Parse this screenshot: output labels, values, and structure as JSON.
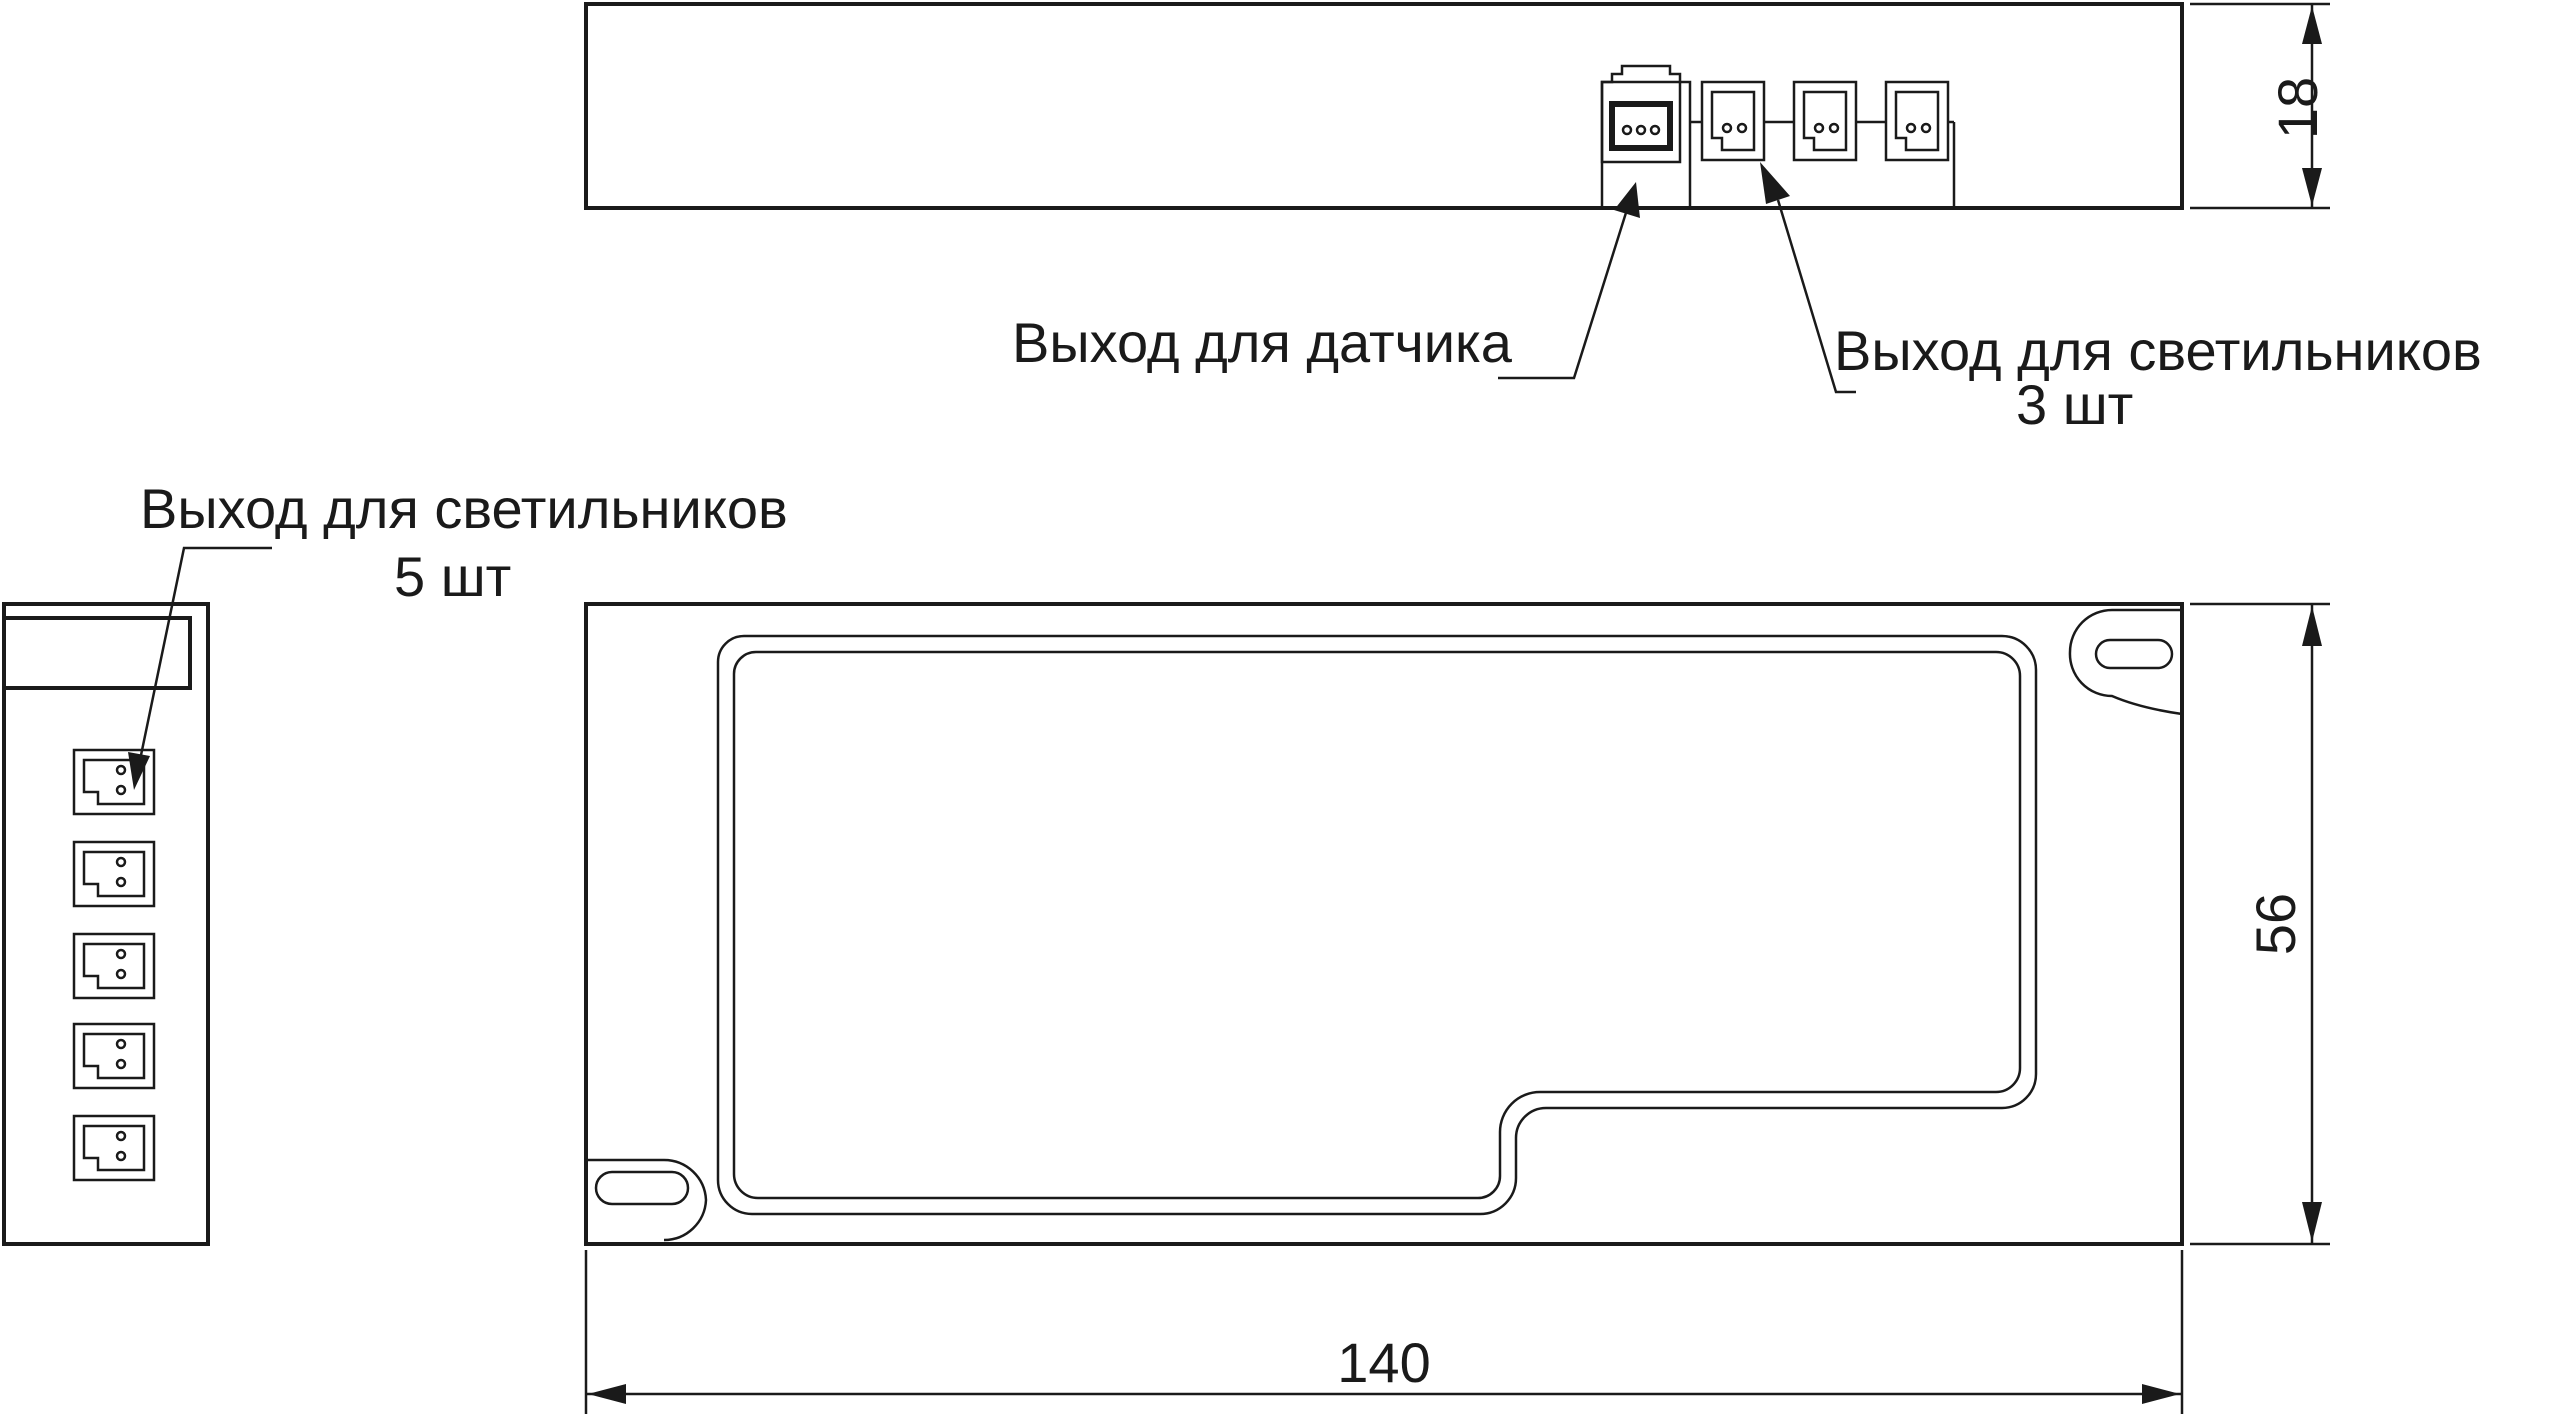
{
  "labels": {
    "sensor_output": "Выход для датчика",
    "luminaire_output_top": "Выход для светильников",
    "luminaire_count_top": "3 шт",
    "luminaire_output_left": "Выход для светильников",
    "luminaire_count_left": "5 шт"
  },
  "dimensions": {
    "height_top_view": "18",
    "height_front_view": "56",
    "length": "140"
  },
  "colors": {
    "line": "#1a1a1a",
    "background": "#ffffff"
  }
}
